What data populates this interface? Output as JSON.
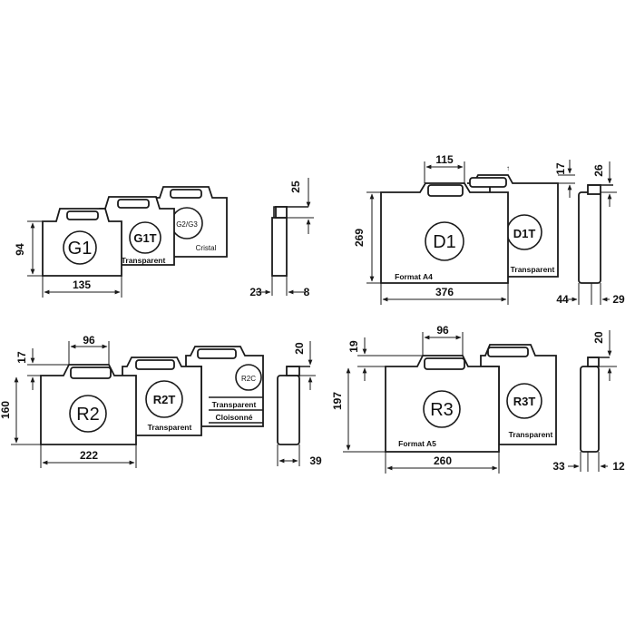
{
  "cases": {
    "g1": "G1",
    "g1t": "G1T",
    "g2g3": "G2/G3",
    "g1t_note": "Transparent",
    "g2_note": "Cristal",
    "d1": "D1",
    "d1t": "D1T",
    "d1_note": "Format A4",
    "d1t_note": "Transparent",
    "r2": "R2",
    "r2t": "R2T",
    "r2c": "R2C",
    "r2t_note": "Transparent",
    "r2c_note1": "Transparent",
    "r2c_note2": "Cloisonné",
    "r3": "R3",
    "r3t": "R3T",
    "r3_note": "Format A5",
    "r3t_note": "Transparent"
  },
  "dimensions": {
    "g_height": "94",
    "g_width": "135",
    "g_side_handle": "25",
    "g_side_depth": "23",
    "g_side_handle_depth": "8",
    "d_handle_width": "115",
    "d_top_gap": "17",
    "d_height": "269",
    "d_width": "376",
    "d_side_handle": "26",
    "d_side_depth": "44",
    "d_side_extra": "29",
    "r2_handle_width": "96",
    "r2_top_gap": "17",
    "r2_height": "160",
    "r2_width": "222",
    "r2_side_handle": "20",
    "r2_side_depth": "39",
    "r3_handle_width": "96",
    "r3_top_gap": "19",
    "r3_height": "197",
    "r3_width": "260",
    "r3_side_handle": "20",
    "r3_side_depth": "33",
    "r3_side_extra": "12"
  }
}
